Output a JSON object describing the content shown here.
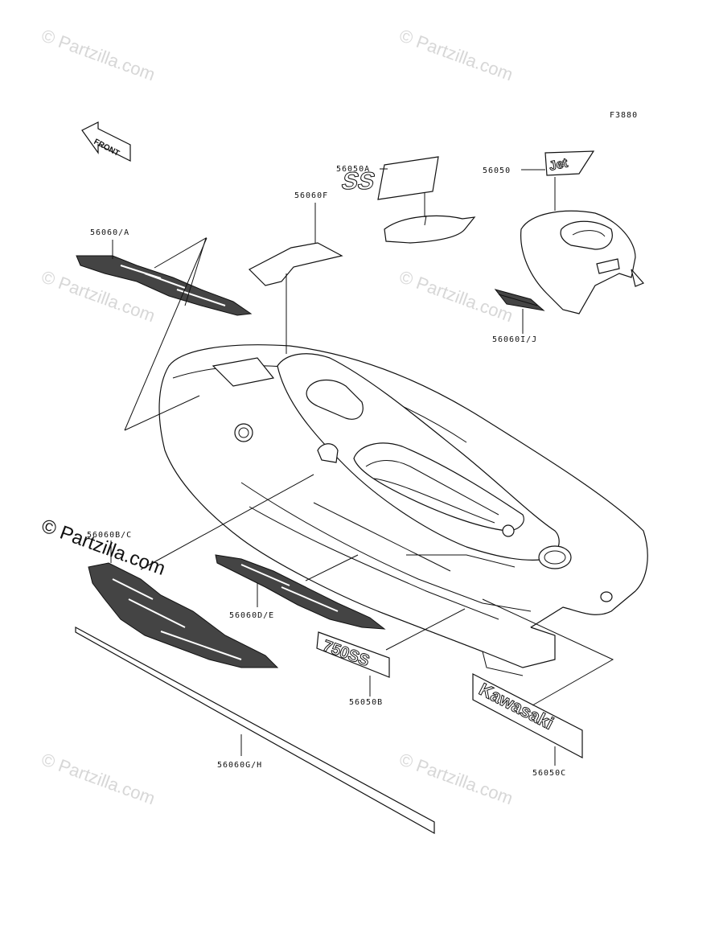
{
  "watermark": {
    "text": "© Partzilla.com",
    "main_text": "© Partzilla.com"
  },
  "figure_code": "F3880",
  "front_arrow_label": "FRONT",
  "decal_texts": {
    "ss_badge": "SS",
    "ss_750": "750SS",
    "kawasaki": "Kawasaki"
  },
  "callouts": [
    {
      "id": "56050A",
      "label": "56050A"
    },
    {
      "id": "56050",
      "label": "56050"
    },
    {
      "id": "56060F",
      "label": "56060F"
    },
    {
      "id": "56060A",
      "label": "56060/A"
    },
    {
      "id": "56060IJ",
      "label": "56060I/J"
    },
    {
      "id": "56060BC",
      "label": "56060B/C"
    },
    {
      "id": "56060DE",
      "label": "56060D/E"
    },
    {
      "id": "56050B",
      "label": "56050B"
    },
    {
      "id": "56050C",
      "label": "56050C"
    },
    {
      "id": "56060GH",
      "label": "56060G/H"
    }
  ]
}
